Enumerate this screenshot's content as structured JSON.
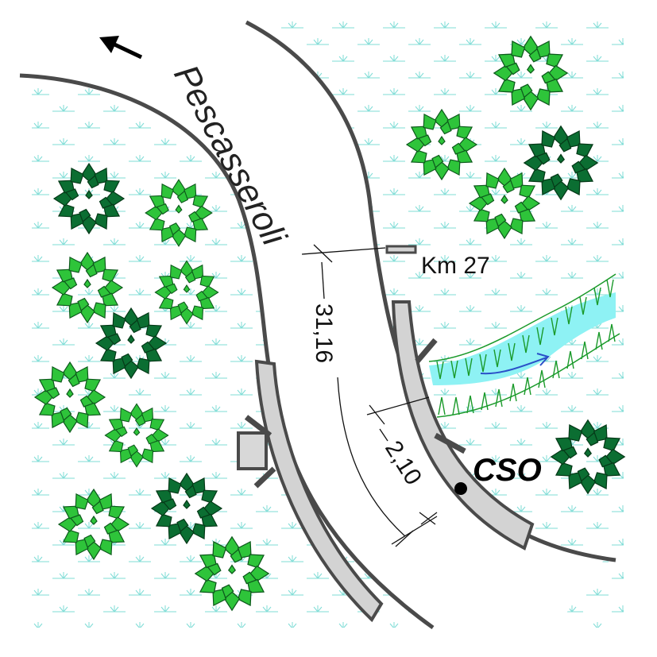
{
  "road": {
    "name": "Pescasseroli",
    "direction_icon": "arrow-up-left-icon"
  },
  "labels": {
    "kilometer_marker": "Km 27",
    "outfall": "CSO",
    "road_width": "31,16",
    "shoulder_width": "2,10"
  },
  "colors": {
    "grass": "#8ee8e0",
    "tree_light": "#2ec43a",
    "tree_dark": "#0b6e32",
    "stream": "#8ef2f4",
    "stream_bank": "#1a9a2a",
    "barrier": "#d3d3d3",
    "road_edge": "#4a4a4a",
    "flow_arrow": "#2a50c8"
  }
}
